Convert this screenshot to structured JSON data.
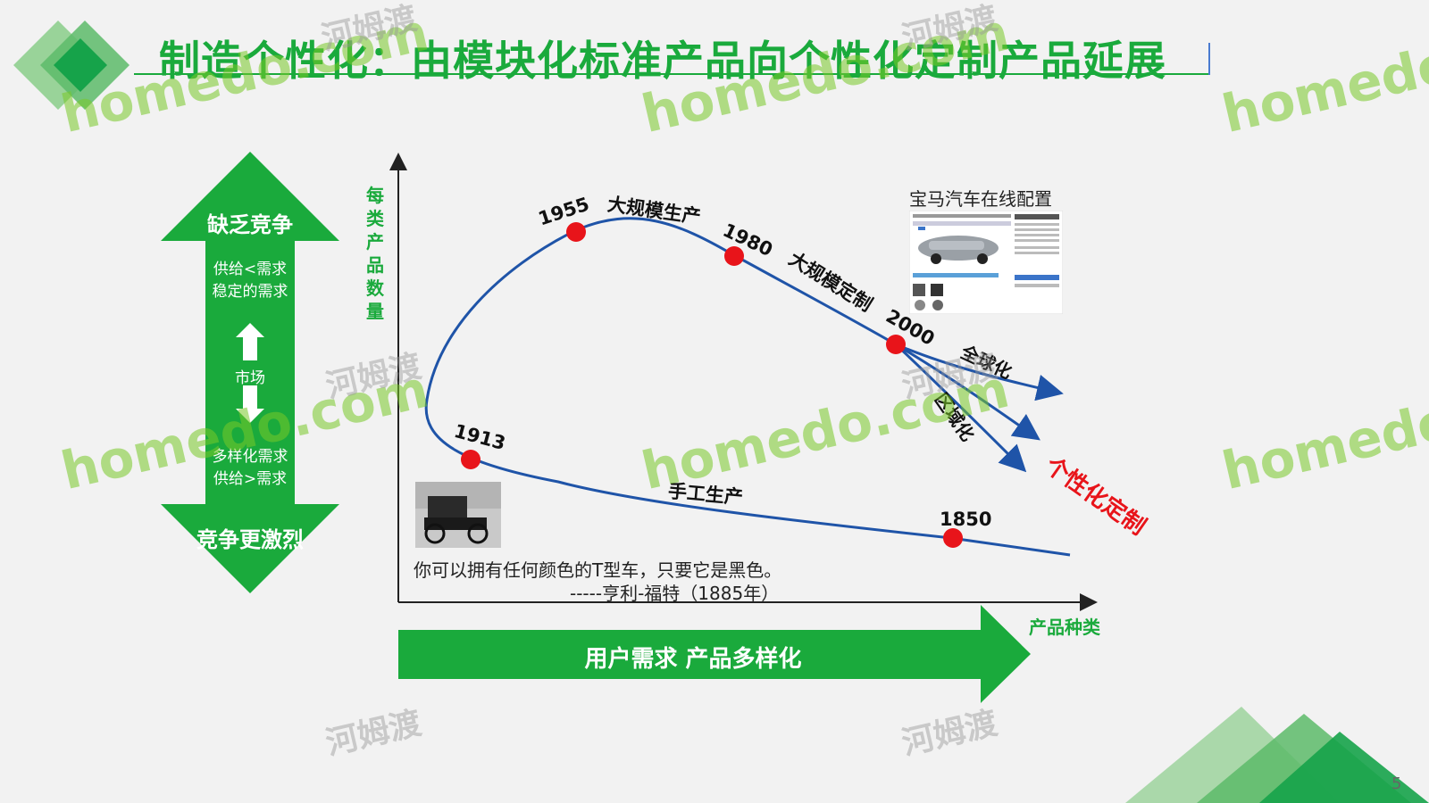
{
  "title": "制造个性化：由模块化标准产品向个性化定制产品延展",
  "page_number": "5",
  "watermark": {
    "brand": "homedo.com",
    "brand_cn": "河姆渡"
  },
  "competition_arrow": {
    "top_label": "缺乏竞争",
    "top_sub1": "供给<需求",
    "top_sub2": "稳定的需求",
    "middle_label": "市场",
    "bottom_sub1": "多样化需求",
    "bottom_sub2": "供给>需求",
    "bottom_label": "竞争更激烈"
  },
  "axes": {
    "y_label": "每类产品数量",
    "x_label": "产品种类"
  },
  "curve": {
    "points": [
      "1913",
      "1955",
      "1980",
      "2000",
      "1850"
    ],
    "segments": [
      "大规模生产",
      "大规模定制",
      "手工生产"
    ],
    "branches": [
      "全球化",
      "区域化",
      "个性化定制"
    ]
  },
  "colors": {
    "accent_green": "#1aaa3c",
    "curve_blue": "#1f54a8",
    "point_red": "#e8141a",
    "highlight_red": "#e8141a"
  },
  "quote": {
    "line1": "你可以拥有任何颜色的T型车，只要它是黑色。",
    "line2": "-----亨利-福特（1885年）"
  },
  "bmw": {
    "caption": "宝马汽车在线配置"
  },
  "bottom_arrow": {
    "label": "用户需求  产品多样化"
  }
}
